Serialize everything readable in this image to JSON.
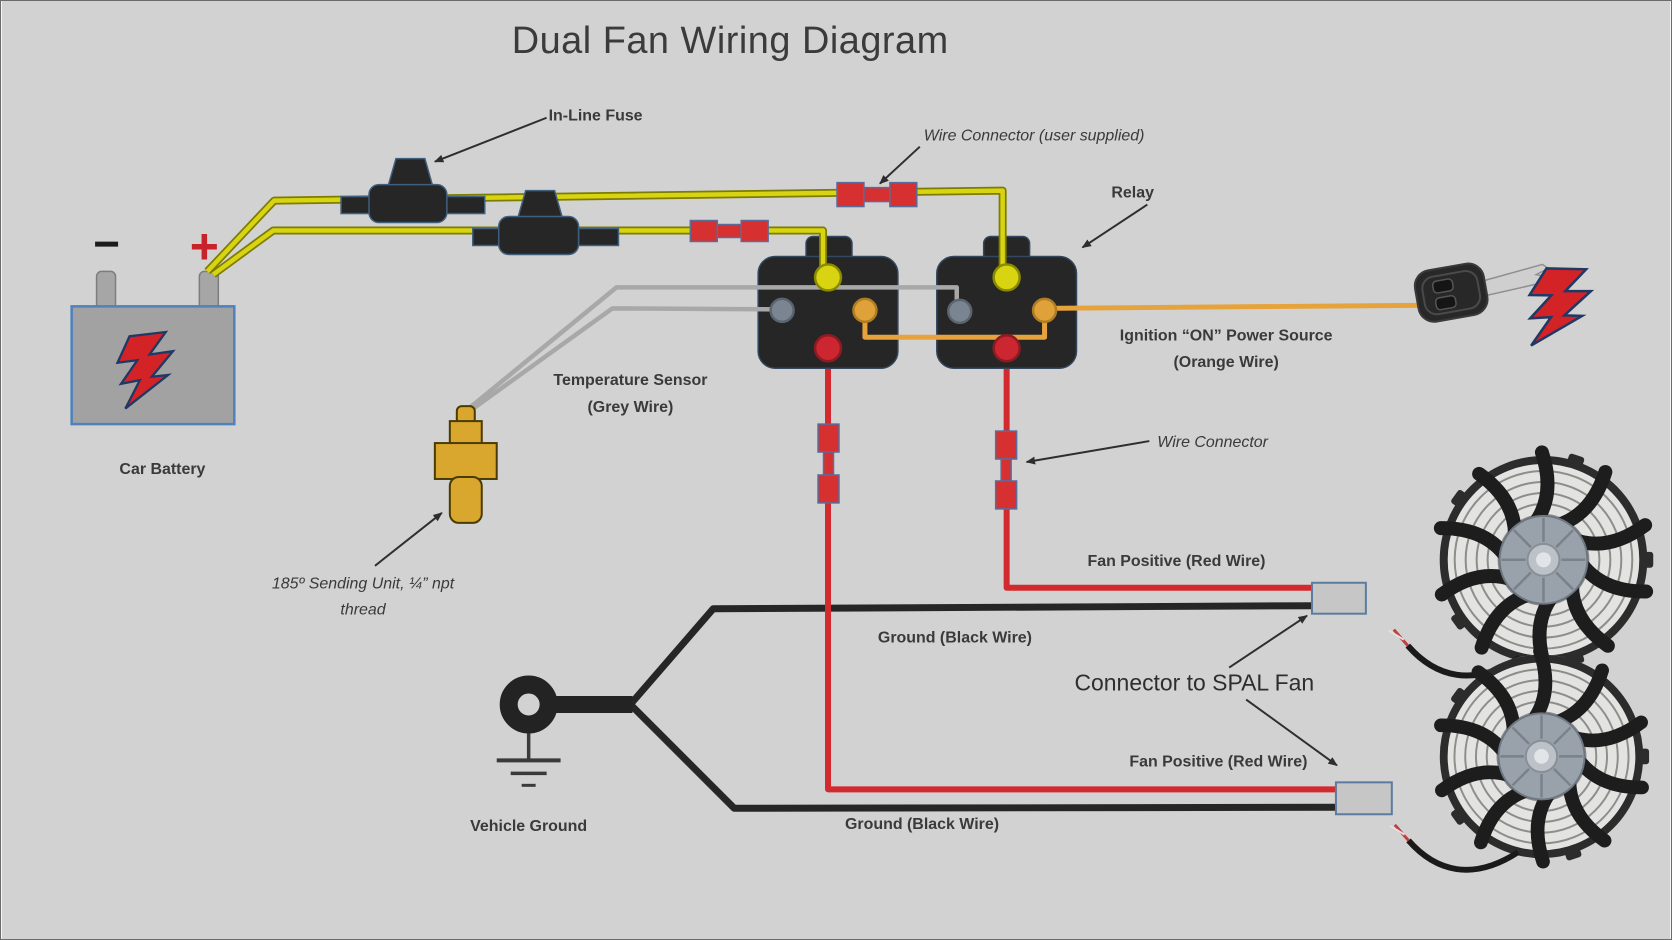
{
  "title": "Dual Fan Wiring Diagram",
  "labels": {
    "inline_fuse": "In-Line Fuse",
    "wire_connector_user": "Wire Connector (user supplied)",
    "relay": "Relay",
    "ignition_1": "Ignition “ON” Power Source",
    "ignition_2": "(Orange Wire)",
    "temp_sensor_1": "Temperature Sensor",
    "temp_sensor_2": "(Grey Wire)",
    "sending_unit_1": "185º Sending Unit, ¼” npt",
    "sending_unit_2": "thread",
    "car_battery": "Car Battery",
    "wire_connector": "Wire Connector",
    "fan_positive_top": "Fan Positive (Red Wire)",
    "ground_top": "Ground (Black Wire)",
    "connector_spal": "Connector to SPAL Fan",
    "fan_positive_bottom": "Fan Positive (Red Wire)",
    "ground_bottom": "Ground (Black Wire)",
    "vehicle_ground": "Vehicle Ground",
    "battery_minus": "−",
    "battery_plus": "+"
  },
  "colors": {
    "background": "#d2d2d2",
    "wire_yellow": "#d9d411",
    "wire_yellow_edge": "#7c7c00",
    "wire_red": "#d22a2e",
    "wire_black": "#262626",
    "wire_grey": "#a8a8a8",
    "wire_orange": "#e7a33b",
    "component_dark": "#262626",
    "component_edge_blue": "#3d5a73",
    "connector_red": "#d63031",
    "connector_edge_blue": "#5b6b9a",
    "battery_gray": "#a2a2a2",
    "battery_border": "#4f81bd",
    "sending_unit_gold": "#d9a62e",
    "bolt_red": "#d42327",
    "bolt_outline": "#1f3864",
    "fan_connector_gray": "#c6c6c6",
    "label_text": "#3a3a3a"
  }
}
